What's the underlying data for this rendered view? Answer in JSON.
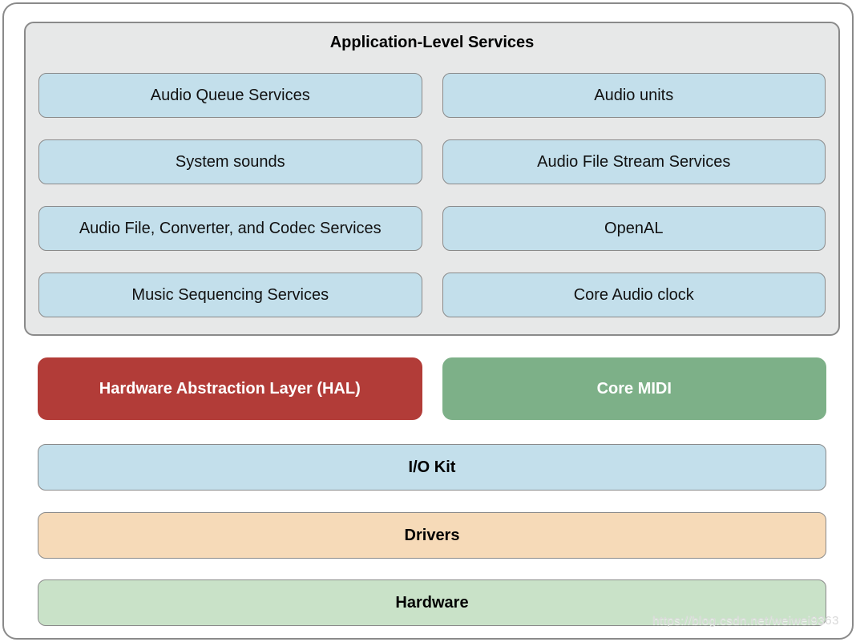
{
  "title": "Application-Level Services",
  "services": {
    "left": [
      "Audio Queue Services",
      "System sounds",
      "Audio File, Converter, and Codec Services",
      "Music Sequencing Services"
    ],
    "right": [
      "Audio units",
      "Audio File Stream Services",
      "OpenAL",
      "Core Audio clock"
    ]
  },
  "middle": {
    "hal": "Hardware Abstraction Layer (HAL)",
    "core_midi": "Core MIDI"
  },
  "layers": {
    "io_kit": "I/O Kit",
    "drivers": "Drivers",
    "hardware": "Hardware"
  },
  "watermark": "https://blog.csdn.net/weiwei9363",
  "colors": {
    "container_fill": "#e7e8e8",
    "service_fill": "#c3dfeb",
    "hal_fill": "#b23c38",
    "core_midi_fill": "#7db088",
    "io_kit_fill": "#c3dfeb",
    "drivers_fill": "#f6dab8",
    "hardware_fill": "#c9e2c8",
    "border": "#8a8a8a"
  }
}
